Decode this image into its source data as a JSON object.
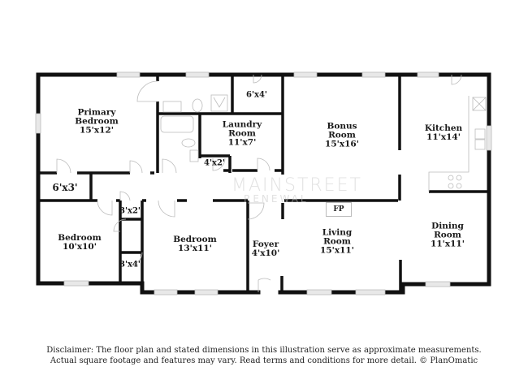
{
  "colors": {
    "wall": "#111111",
    "window": "#d9d9d9",
    "fixture": "#bbbbbb",
    "text": "#1a1a1a"
  },
  "rooms": {
    "primary_bedroom": {
      "name_line1": "Primary",
      "name_line2": "Bedroom",
      "dims": "15'x12'"
    },
    "closet_6x4": {
      "dims": "6'x4'"
    },
    "laundry": {
      "name_line1": "Laundry",
      "name_line2": "Room",
      "dims": "11'x7'"
    },
    "closet_4x2": {
      "dims": "4'x2'"
    },
    "bonus": {
      "name_line1": "Bonus",
      "name_line2": "Room",
      "dims": "15'x16'"
    },
    "kitchen": {
      "name": "Kitchen",
      "dims": "11'x14'"
    },
    "closet_6x3": {
      "dims": "6'x3'"
    },
    "closet_3x2": {
      "dims": "3'x2'"
    },
    "closet_3x4": {
      "dims": "3'x4'"
    },
    "bedroom_10x10": {
      "name": "Bedroom",
      "dims": "10'x10'"
    },
    "bedroom_13x11": {
      "name": "Bedroom",
      "dims": "13'x11'"
    },
    "foyer": {
      "name": "Foyer",
      "dims": "4'x10'"
    },
    "living": {
      "name_line1": "Living",
      "name_line2": "Room",
      "dims": "15'x11'"
    },
    "dining": {
      "name_line1": "Dining",
      "name_line2": "Room",
      "dims": "11'x11'"
    },
    "fireplace": {
      "label": "FP"
    }
  },
  "watermark": {
    "line1": "MAINSTREET",
    "line2": "RENEWAL"
  },
  "disclaimer": {
    "line1": "Disclaimer: The floor plan and stated dimensions in this illustration serve as approximate measurements.",
    "line2": "Actual square footage and features may vary. Read terms and conditions for more detail. © PlanOmatic"
  }
}
